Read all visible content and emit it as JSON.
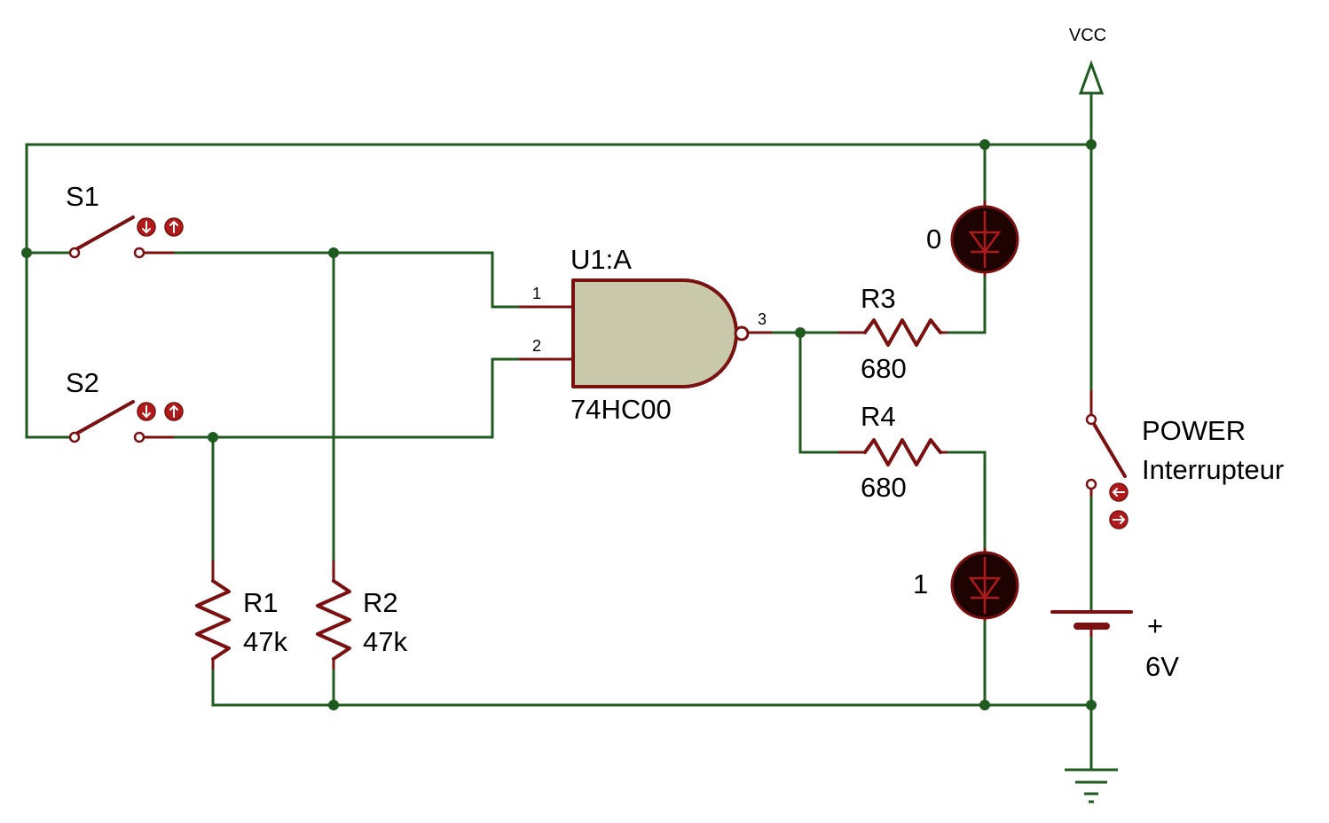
{
  "power_rail": {
    "label": "VCC"
  },
  "switches": {
    "s1": {
      "ref": "S1"
    },
    "s2": {
      "ref": "S2"
    },
    "power": {
      "ref": "POWER",
      "type": "Interrupteur"
    }
  },
  "resistors": {
    "r1": {
      "ref": "R1",
      "value": "47k"
    },
    "r2": {
      "ref": "R2",
      "value": "47k"
    },
    "r3": {
      "ref": "R3",
      "value": "680"
    },
    "r4": {
      "ref": "R4",
      "value": "680"
    }
  },
  "gate": {
    "ref": "U1:A",
    "part": "74HC00",
    "pins": {
      "in1": "1",
      "in2": "2",
      "out": "3"
    }
  },
  "leds": {
    "top": {
      "label": "0"
    },
    "bottom": {
      "label": "1"
    }
  },
  "battery": {
    "polarity": "+",
    "value": "6V"
  },
  "colors": {
    "wire": "#1f5a1f",
    "component": "#7a1010",
    "gate_fill": "#c8c8aa",
    "led_body": "#1e0303",
    "button": "#b11a1a"
  }
}
